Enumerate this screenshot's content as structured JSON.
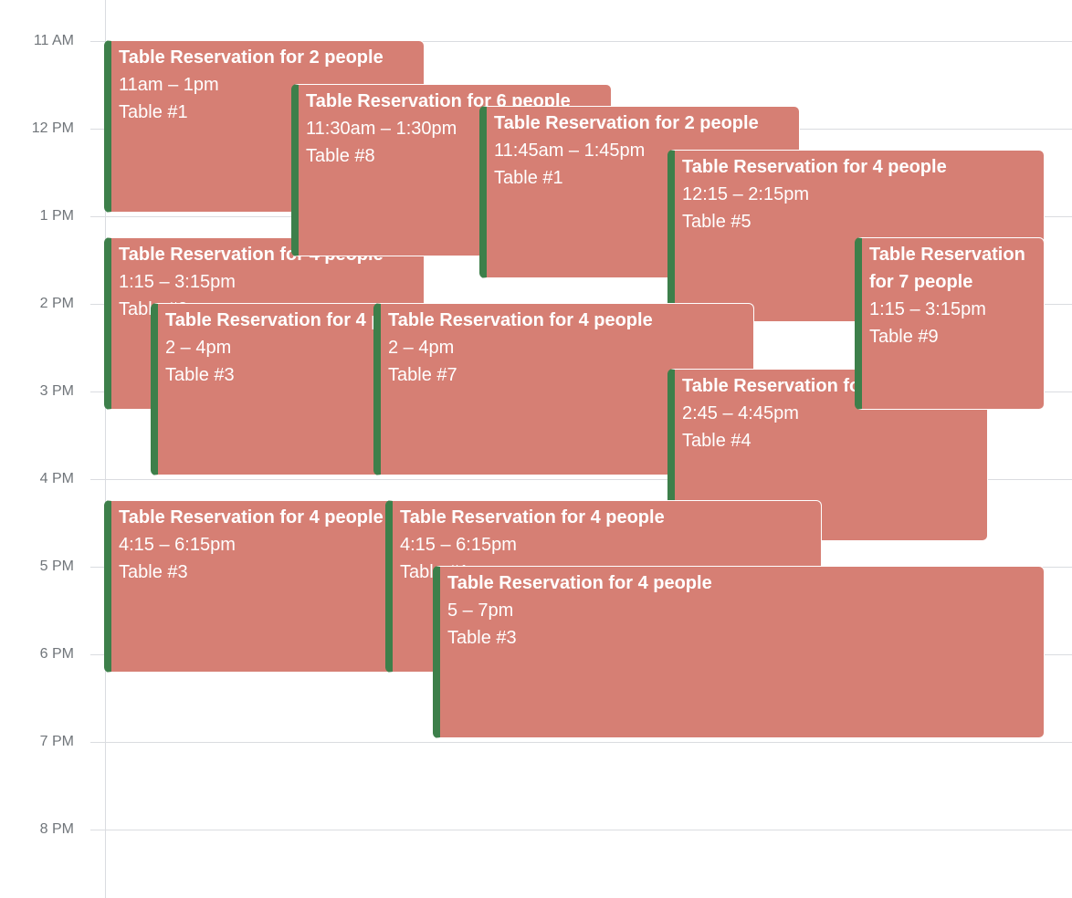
{
  "hours": [
    "11 AM",
    "12 PM",
    "1 PM",
    "2 PM",
    "3 PM",
    "4 PM",
    "5 PM",
    "6 PM",
    "7 PM",
    "8 PM"
  ],
  "events": [
    {
      "title": "Table Reservation for 2 people",
      "time": "11am – 1pm",
      "table": "Table #1"
    },
    {
      "title": "Table Reservation for 6 people",
      "time": "11:30am – 1:30pm",
      "table": "Table #8"
    },
    {
      "title": "Table Reservation for 2 people",
      "time": "11:45am – 1:45pm",
      "table": "Table #1"
    },
    {
      "title": "Table Reservation for 4 people",
      "time": "12:15 – 2:15pm",
      "table": "Table #5"
    },
    {
      "title": "Table Reservation for 4 people",
      "time": "1:15 – 3:15pm",
      "table": "Table #2"
    },
    {
      "title": "Table Reservation for 4 people",
      "time": "2 – 4pm",
      "table": "Table #3"
    },
    {
      "title": "Table Reservation for 4 people",
      "time": "2 – 4pm",
      "table": "Table #7"
    },
    {
      "title": "Table Reservation for 4 people",
      "time": "2:45 – 4:45pm",
      "table": "Table #4"
    },
    {
      "title": "Table Reservation for 7 people",
      "time": "1:15 – 3:15pm",
      "table": "Table #9"
    },
    {
      "title": "Table Reservation for 4 people",
      "time": "4:15 – 6:15pm",
      "table": "Table #3"
    },
    {
      "title": "Table Reservation for 4 people",
      "time": "4:15 – 6:15pm",
      "table": "Table #1"
    },
    {
      "title": "Table Reservation for 4 people",
      "time": "5 – 7pm",
      "table": "Table #3"
    }
  ]
}
